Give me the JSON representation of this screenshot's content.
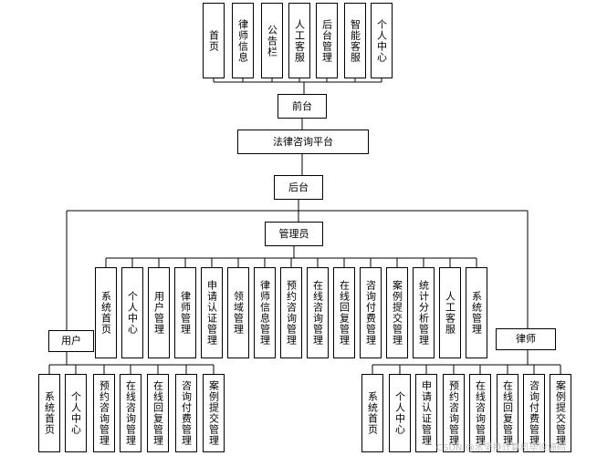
{
  "frontend_modules": [
    "首页",
    "律师信息",
    "公告栏",
    "人工客服",
    "后台管理",
    "智能客服",
    "个人中心"
  ],
  "frontend_label": "前台",
  "platform_label": "法律咨询平台",
  "backend_label": "后台",
  "admin_label": "管理员",
  "admin_modules": [
    "系统首页",
    "个人中心",
    "用户管理",
    "律师管理",
    "申请认证管理",
    "领域管理",
    "律师信息管理",
    "预约咨询管理",
    "在线咨询管理",
    "在线回复管理",
    "咨询付费管理",
    "案例提交管理",
    "统计分析管理",
    "人工客服",
    "系统管理"
  ],
  "user_label": "用户",
  "user_modules": [
    "系统首页",
    "个人中心",
    "预约咨询管理",
    "在线咨询管理",
    "在线回复管理",
    "咨询付费管理",
    "案例提交管理"
  ],
  "lawyer_label": "律师",
  "lawyer_modules": [
    "系统首页",
    "个人中心",
    "申请认证管理",
    "预约咨询管理",
    "在线咨询管理",
    "在线回复管理",
    "咨询付费管理",
    "案例提交管理"
  ],
  "watermark": "CSDN @水坚持计算机毕设源码"
}
